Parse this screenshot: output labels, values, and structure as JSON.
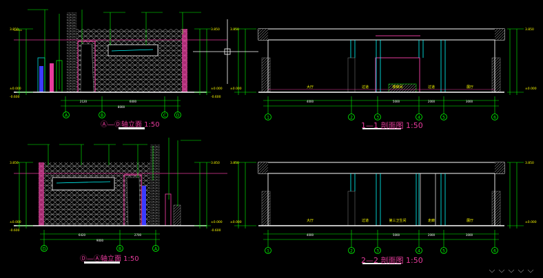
{
  "colors": {
    "background": "#000000",
    "dimension": "#00ff00",
    "axis_bubble": "#00ff00",
    "title": "#e63b9c",
    "highlight": "#e63b9c",
    "wall_outline": "#ffffff",
    "glass": "#00ffff",
    "accent_blue": "#3b3bff",
    "note": "#ffff00"
  },
  "views": [
    {
      "title": "Ⓐ—Ⓓ轴立面 1:50",
      "axis_labels": [
        "A",
        "B",
        "C",
        "D"
      ],
      "dimensions": [
        "2120",
        "6000",
        "8000"
      ],
      "elevations": [
        "3.850",
        "±0.000",
        "-0.600"
      ]
    },
    {
      "title": "Ⓓ—Ⓐ轴立面 1:50",
      "axis_labels": [
        "D",
        "B",
        "A"
      ],
      "dimensions": [
        "6420",
        "2700",
        "9000"
      ],
      "elevations": [
        "3.850",
        "±0.000",
        "-0.600"
      ]
    },
    {
      "title": "1—1 剖面图 1:50",
      "axis_labels": [
        "1",
        "2",
        "3",
        "4",
        "5",
        "6"
      ],
      "room_labels": [
        "大厅",
        "过道",
        "楼梯间",
        "过道",
        "展厅"
      ],
      "dimensions": [
        "4000",
        "5000",
        "2000",
        "3000"
      ],
      "elevations": [
        "3.850",
        "±0.000"
      ]
    },
    {
      "title": "2—2 剖面图 1:50",
      "axis_labels": [
        "1",
        "2",
        "3",
        "4",
        "5",
        "6"
      ],
      "room_labels": [
        "大厅",
        "过道",
        "第三卫生间",
        "走廊",
        "展厅"
      ],
      "dimensions": [
        "4000",
        "5000",
        "2000",
        "3000"
      ],
      "elevations": [
        "3.850",
        "±0.000"
      ]
    }
  ]
}
